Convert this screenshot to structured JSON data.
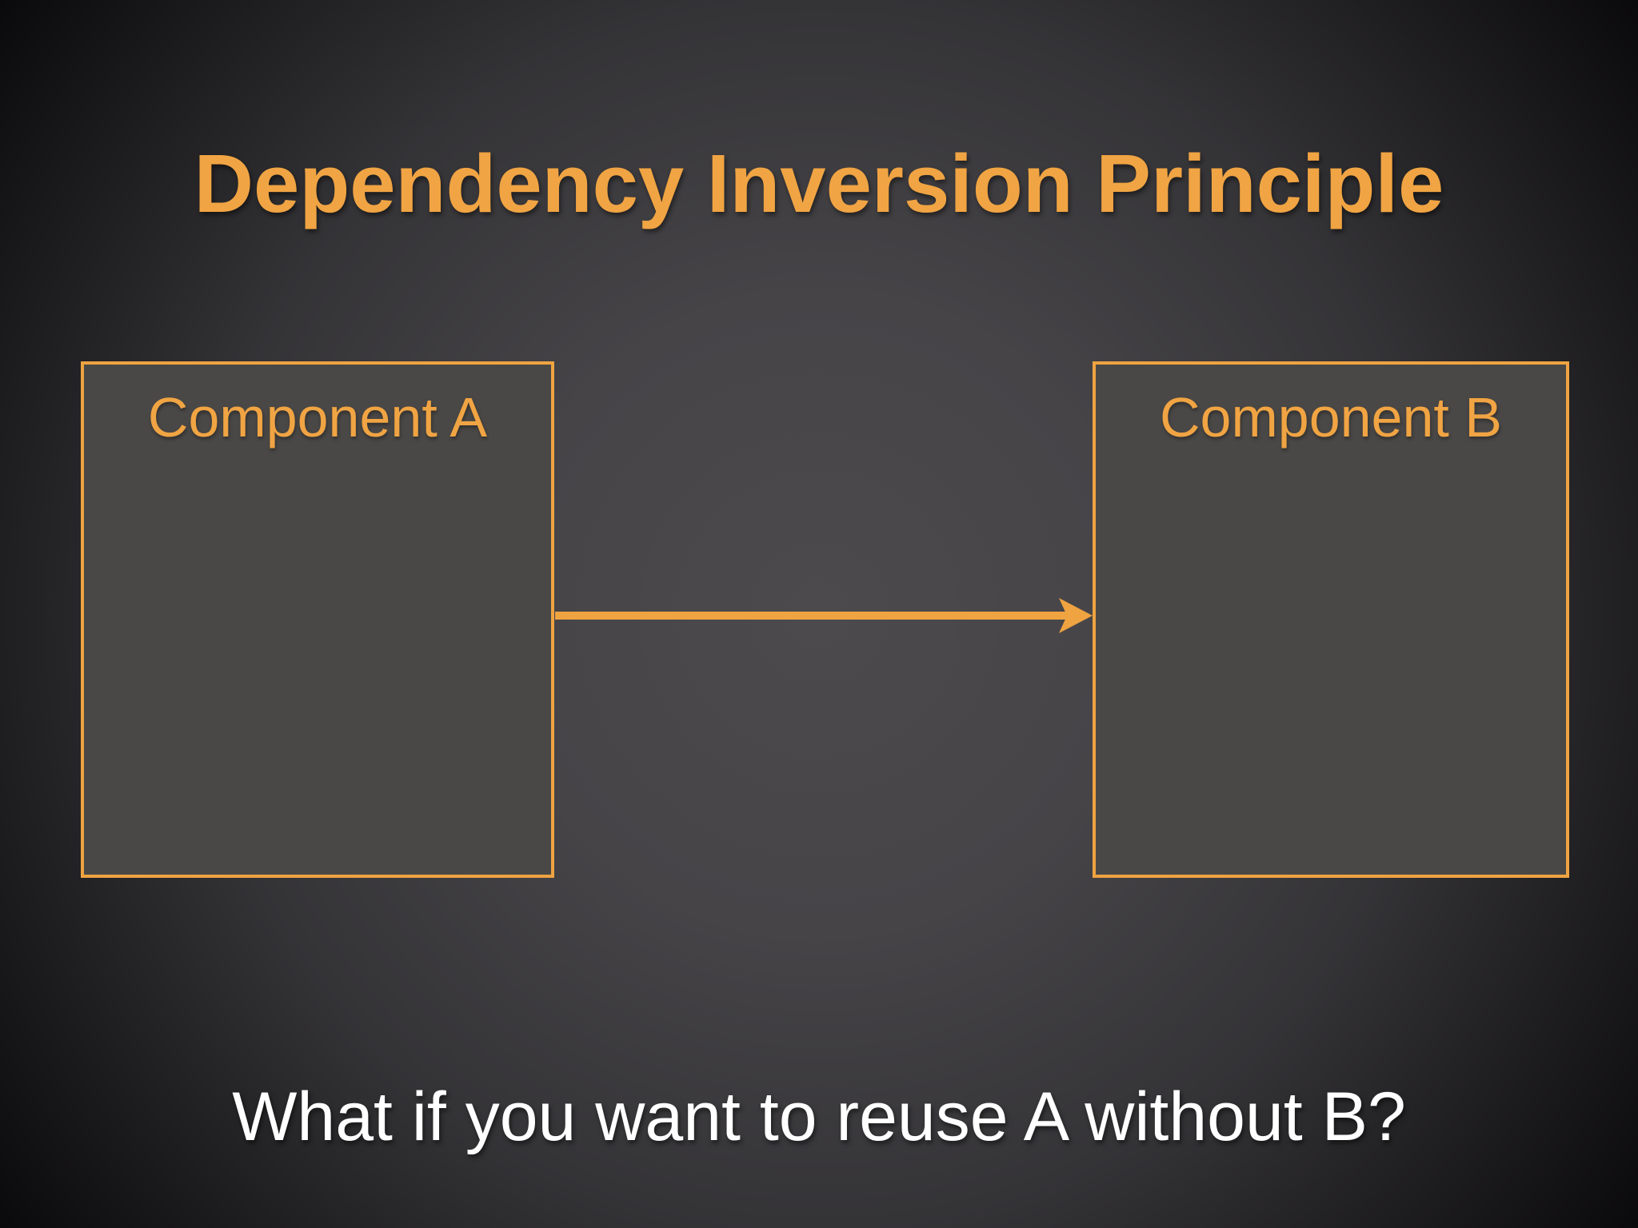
{
  "slide": {
    "title": "Dependency Inversion Principle",
    "boxes": [
      {
        "label": "Component A"
      },
      {
        "label": "Component B"
      }
    ],
    "arrow": {
      "points_from": "Component A",
      "points_to": "Component B"
    },
    "question": "What if you want to reuse A without B?",
    "colors": {
      "accent_orange": "#F0A443",
      "box_border": "#EFA341",
      "box_fill": "#4A4846",
      "background_center": "#4C4A4C",
      "background_edge": "#0A090B",
      "question_text_color": "#FFFFFF"
    }
  }
}
